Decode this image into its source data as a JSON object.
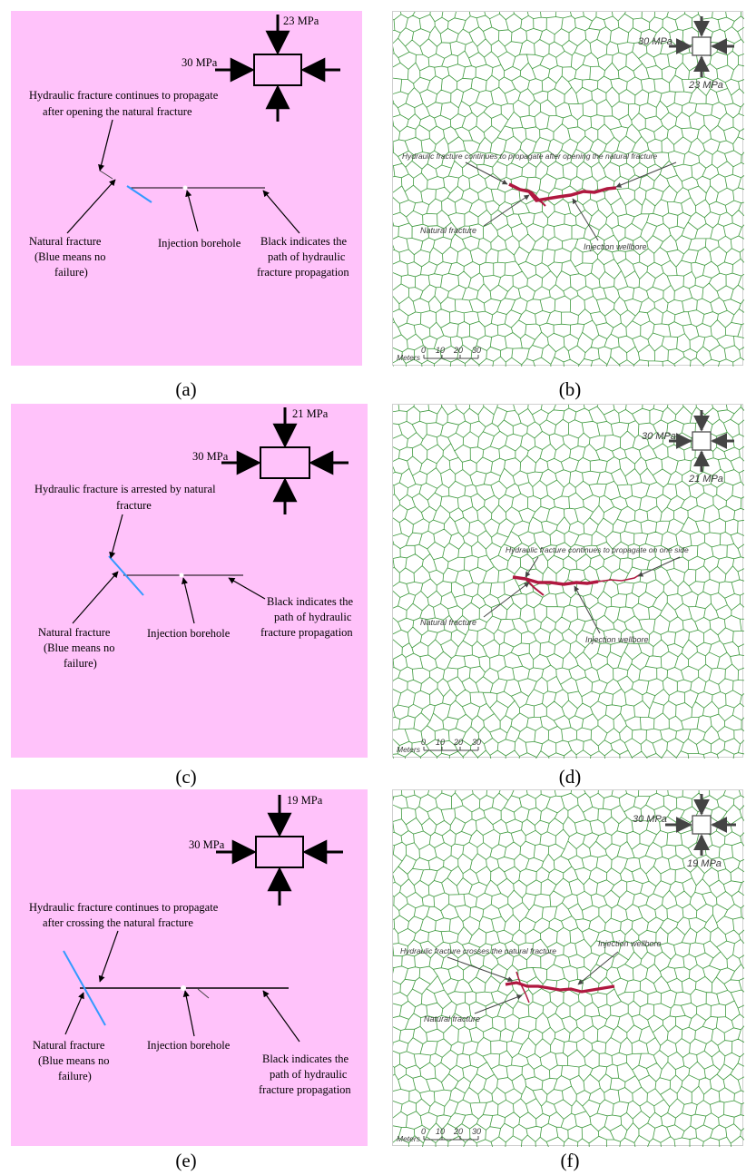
{
  "colors": {
    "schematic_background": "#ffc2fa",
    "natural_fracture": "#3399ff",
    "hydraulic_path": "#000000",
    "mesh_line": "#3f9a3f",
    "fracture_red": "#b01840",
    "arrow": "#000000"
  },
  "panels": [
    {
      "id": "a",
      "kind": "schematic",
      "caption": "(a)",
      "stress_x": "30 MPa",
      "stress_y": "23 MPa",
      "annotation_top": [
        "Hydraulic fracture continues to propagate",
        "after opening the natural fracture"
      ],
      "label_natural": [
        "Natural fracture",
        "(Blue means no",
        "failure)"
      ],
      "label_borehole": "Injection borehole",
      "label_path": [
        "Black indicates the",
        "path of hydraulic",
        "fracture propagation"
      ]
    },
    {
      "id": "b",
      "kind": "mesh",
      "caption": "(b)",
      "stress_x": "30 MPa",
      "stress_y": "23 MPa",
      "label_hf": "Hydraulic fracture continues to propagate after opening the natural fracture",
      "label_nf": "Natural fracture",
      "label_well": "Injection wellbore",
      "scale_ticks": [
        "0",
        "10",
        "20",
        "30"
      ],
      "scale_unit": "Meters"
    },
    {
      "id": "c",
      "kind": "schematic",
      "caption": "(c)",
      "stress_x": "30 MPa",
      "stress_y": "21 MPa",
      "annotation_top": [
        "Hydraulic fracture is arrested by natural",
        "fracture"
      ],
      "label_natural": [
        "Natural fracture",
        "(Blue means no",
        "failure)"
      ],
      "label_borehole": "Injection borehole",
      "label_path": [
        "Black indicates the",
        "path of hydraulic",
        "fracture propagation"
      ]
    },
    {
      "id": "d",
      "kind": "mesh",
      "caption": "(d)",
      "stress_x": "30 MPa",
      "stress_y": "21 MPa",
      "label_hf": "Hydraulic fracture continues to propagate on one side",
      "label_nf": "Natural fracture",
      "label_well": "Injection wellbore",
      "scale_ticks": [
        "0",
        "10",
        "20",
        "30"
      ],
      "scale_unit": "Meters"
    },
    {
      "id": "e",
      "kind": "schematic",
      "caption": "(e)",
      "stress_x": "30 MPa",
      "stress_y": "19 MPa",
      "annotation_top": [
        "Hydraulic fracture continues to propagate",
        "after crossing the natural fracture"
      ],
      "label_natural": [
        "Natural fracture",
        "(Blue means no",
        "failure)"
      ],
      "label_borehole": "Injection borehole",
      "label_path": [
        "Black indicates the",
        "path of hydraulic",
        "fracture propagation"
      ]
    },
    {
      "id": "f",
      "kind": "mesh",
      "caption": "(f)",
      "stress_x": "30 MPa",
      "stress_y": "19 MPa",
      "label_hf": "Hydraulic fracture crosses the natural fracture",
      "label_nf": "Natural fracture",
      "label_well": "Injection wellbore",
      "scale_ticks": [
        "0",
        "10",
        "20",
        "30"
      ],
      "scale_unit": "Meters"
    }
  ]
}
